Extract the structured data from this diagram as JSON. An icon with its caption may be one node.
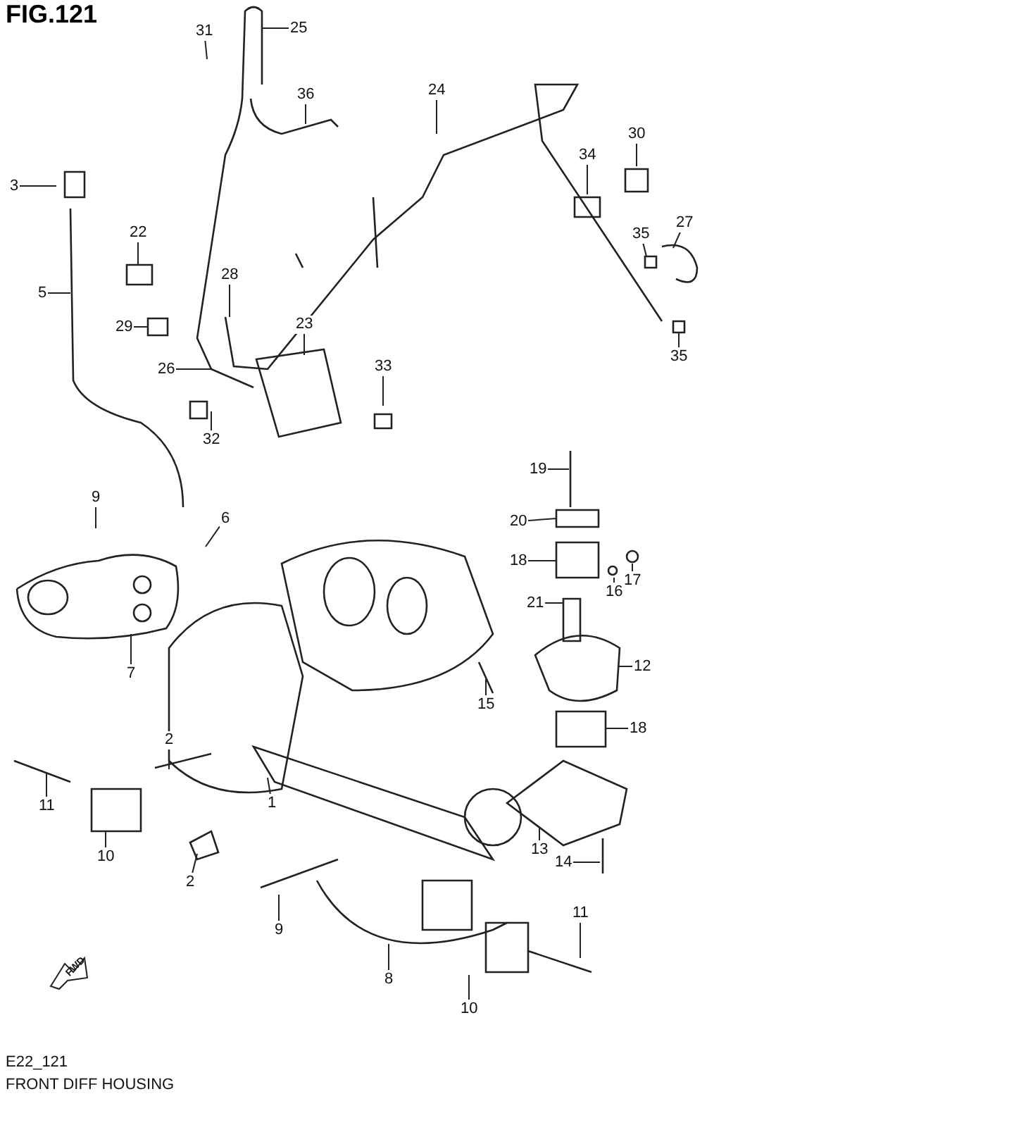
{
  "diagram": {
    "title": "FIG.121",
    "nodes": [
      {
        "text": [
          "31"
        ]
      },
      {
        "text": [
          "25"
        ]
      },
      {
        "text": [
          "36"
        ]
      },
      {
        "text": [
          "24"
        ]
      },
      {
        "text": [
          "30"
        ]
      },
      {
        "text": [
          "3"
        ]
      },
      {
        "text": [
          "34"
        ]
      },
      {
        "text": [
          "27"
        ]
      },
      {
        "text": [
          "22"
        ]
      },
      {
        "text": [
          "35"
        ]
      },
      {
        "text": [
          "28"
        ]
      },
      {
        "text": [
          "5"
        ]
      },
      {
        "text": [
          "23"
        ]
      },
      {
        "text": [
          "29"
        ]
      },
      {
        "text": [
          "35"
        ]
      },
      {
        "text": [
          "26"
        ]
      },
      {
        "text": [
          "33"
        ]
      },
      {
        "text": [
          "32"
        ]
      },
      {
        "text": [
          "19"
        ]
      },
      {
        "text": [
          "9"
        ]
      },
      {
        "text": [
          "20"
        ]
      },
      {
        "text": [
          "6"
        ]
      },
      {
        "text": [
          "18"
        ]
      },
      {
        "text": [
          "16"
        ]
      },
      {
        "text": [
          "17"
        ]
      },
      {
        "text": [
          "21"
        ]
      },
      {
        "text": [
          "12"
        ]
      },
      {
        "text": [
          "7"
        ]
      },
      {
        "text": [
          "15"
        ]
      },
      {
        "text": [
          "18"
        ]
      },
      {
        "text": [
          "2"
        ]
      },
      {
        "text": [
          "1"
        ]
      },
      {
        "text": [
          "11"
        ]
      },
      {
        "text": [
          "13"
        ]
      },
      {
        "text": [
          "10"
        ]
      },
      {
        "text": [
          "14"
        ]
      },
      {
        "text": [
          "2"
        ]
      },
      {
        "text": [
          "9"
        ]
      },
      {
        "text": [
          "11"
        ]
      },
      {
        "text": [
          "8"
        ]
      },
      {
        "text": [
          "10"
        ]
      }
    ],
    "edges": [
      {
        "from": 0,
        "to": null,
        "arrow": "none"
      },
      {
        "from": 1,
        "to": null,
        "arrow": "none"
      },
      {
        "from": 2,
        "to": null,
        "arrow": "none"
      },
      {
        "from": 3,
        "to": null,
        "arrow": "none"
      },
      {
        "from": 4,
        "to": null,
        "arrow": "none"
      },
      {
        "from": 5,
        "to": null,
        "arrow": "none"
      },
      {
        "from": 6,
        "to": null,
        "arrow": "none"
      },
      {
        "from": 7,
        "to": null,
        "arrow": "none"
      },
      {
        "from": 8,
        "to": null,
        "arrow": "none"
      },
      {
        "from": 9,
        "to": null,
        "arrow": "none"
      },
      {
        "from": 10,
        "to": null,
        "arrow": "none"
      },
      {
        "from": 11,
        "to": null,
        "arrow": "none"
      },
      {
        "from": 12,
        "to": null,
        "arrow": "none"
      },
      {
        "from": 13,
        "to": null,
        "arrow": "none"
      },
      {
        "from": 14,
        "to": null,
        "arrow": "none"
      },
      {
        "from": 15,
        "to": null,
        "arrow": "none"
      },
      {
        "from": 16,
        "to": null,
        "arrow": "none"
      },
      {
        "from": 17,
        "to": null,
        "arrow": "none"
      },
      {
        "from": 18,
        "to": null,
        "arrow": "none"
      },
      {
        "from": 19,
        "to": null,
        "arrow": "none"
      },
      {
        "from": 20,
        "to": null,
        "arrow": "none"
      },
      {
        "from": 21,
        "to": null,
        "arrow": "none"
      },
      {
        "from": 22,
        "to": null,
        "arrow": "none"
      },
      {
        "from": 23,
        "to": null,
        "arrow": "none"
      },
      {
        "from": 24,
        "to": null,
        "arrow": "none"
      },
      {
        "from": 25,
        "to": null,
        "arrow": "none"
      },
      {
        "from": 26,
        "to": null,
        "arrow": "none"
      },
      {
        "from": 27,
        "to": null,
        "arrow": "none"
      },
      {
        "from": 28,
        "to": null,
        "arrow": "none"
      },
      {
        "from": 29,
        "to": null,
        "arrow": "none"
      },
      {
        "from": 30,
        "to": null,
        "arrow": "none"
      },
      {
        "from": 31,
        "to": null,
        "arrow": "none"
      },
      {
        "from": 32,
        "to": null,
        "arrow": "none"
      },
      {
        "from": 33,
        "to": null,
        "arrow": "none"
      },
      {
        "from": 34,
        "to": null,
        "arrow": "none"
      },
      {
        "from": 35,
        "to": null,
        "arrow": "none"
      },
      {
        "from": 36,
        "to": null,
        "arrow": "none"
      },
      {
        "from": 37,
        "to": null,
        "arrow": "none"
      },
      {
        "from": 38,
        "to": null,
        "arrow": "none"
      },
      {
        "from": 39,
        "to": null,
        "arrow": "none"
      },
      {
        "from": 40,
        "to": null,
        "arrow": "none"
      }
    ],
    "labels": [
      "FWD",
      "E22_121",
      "FRONT DIFF HOUSING"
    ]
  }
}
